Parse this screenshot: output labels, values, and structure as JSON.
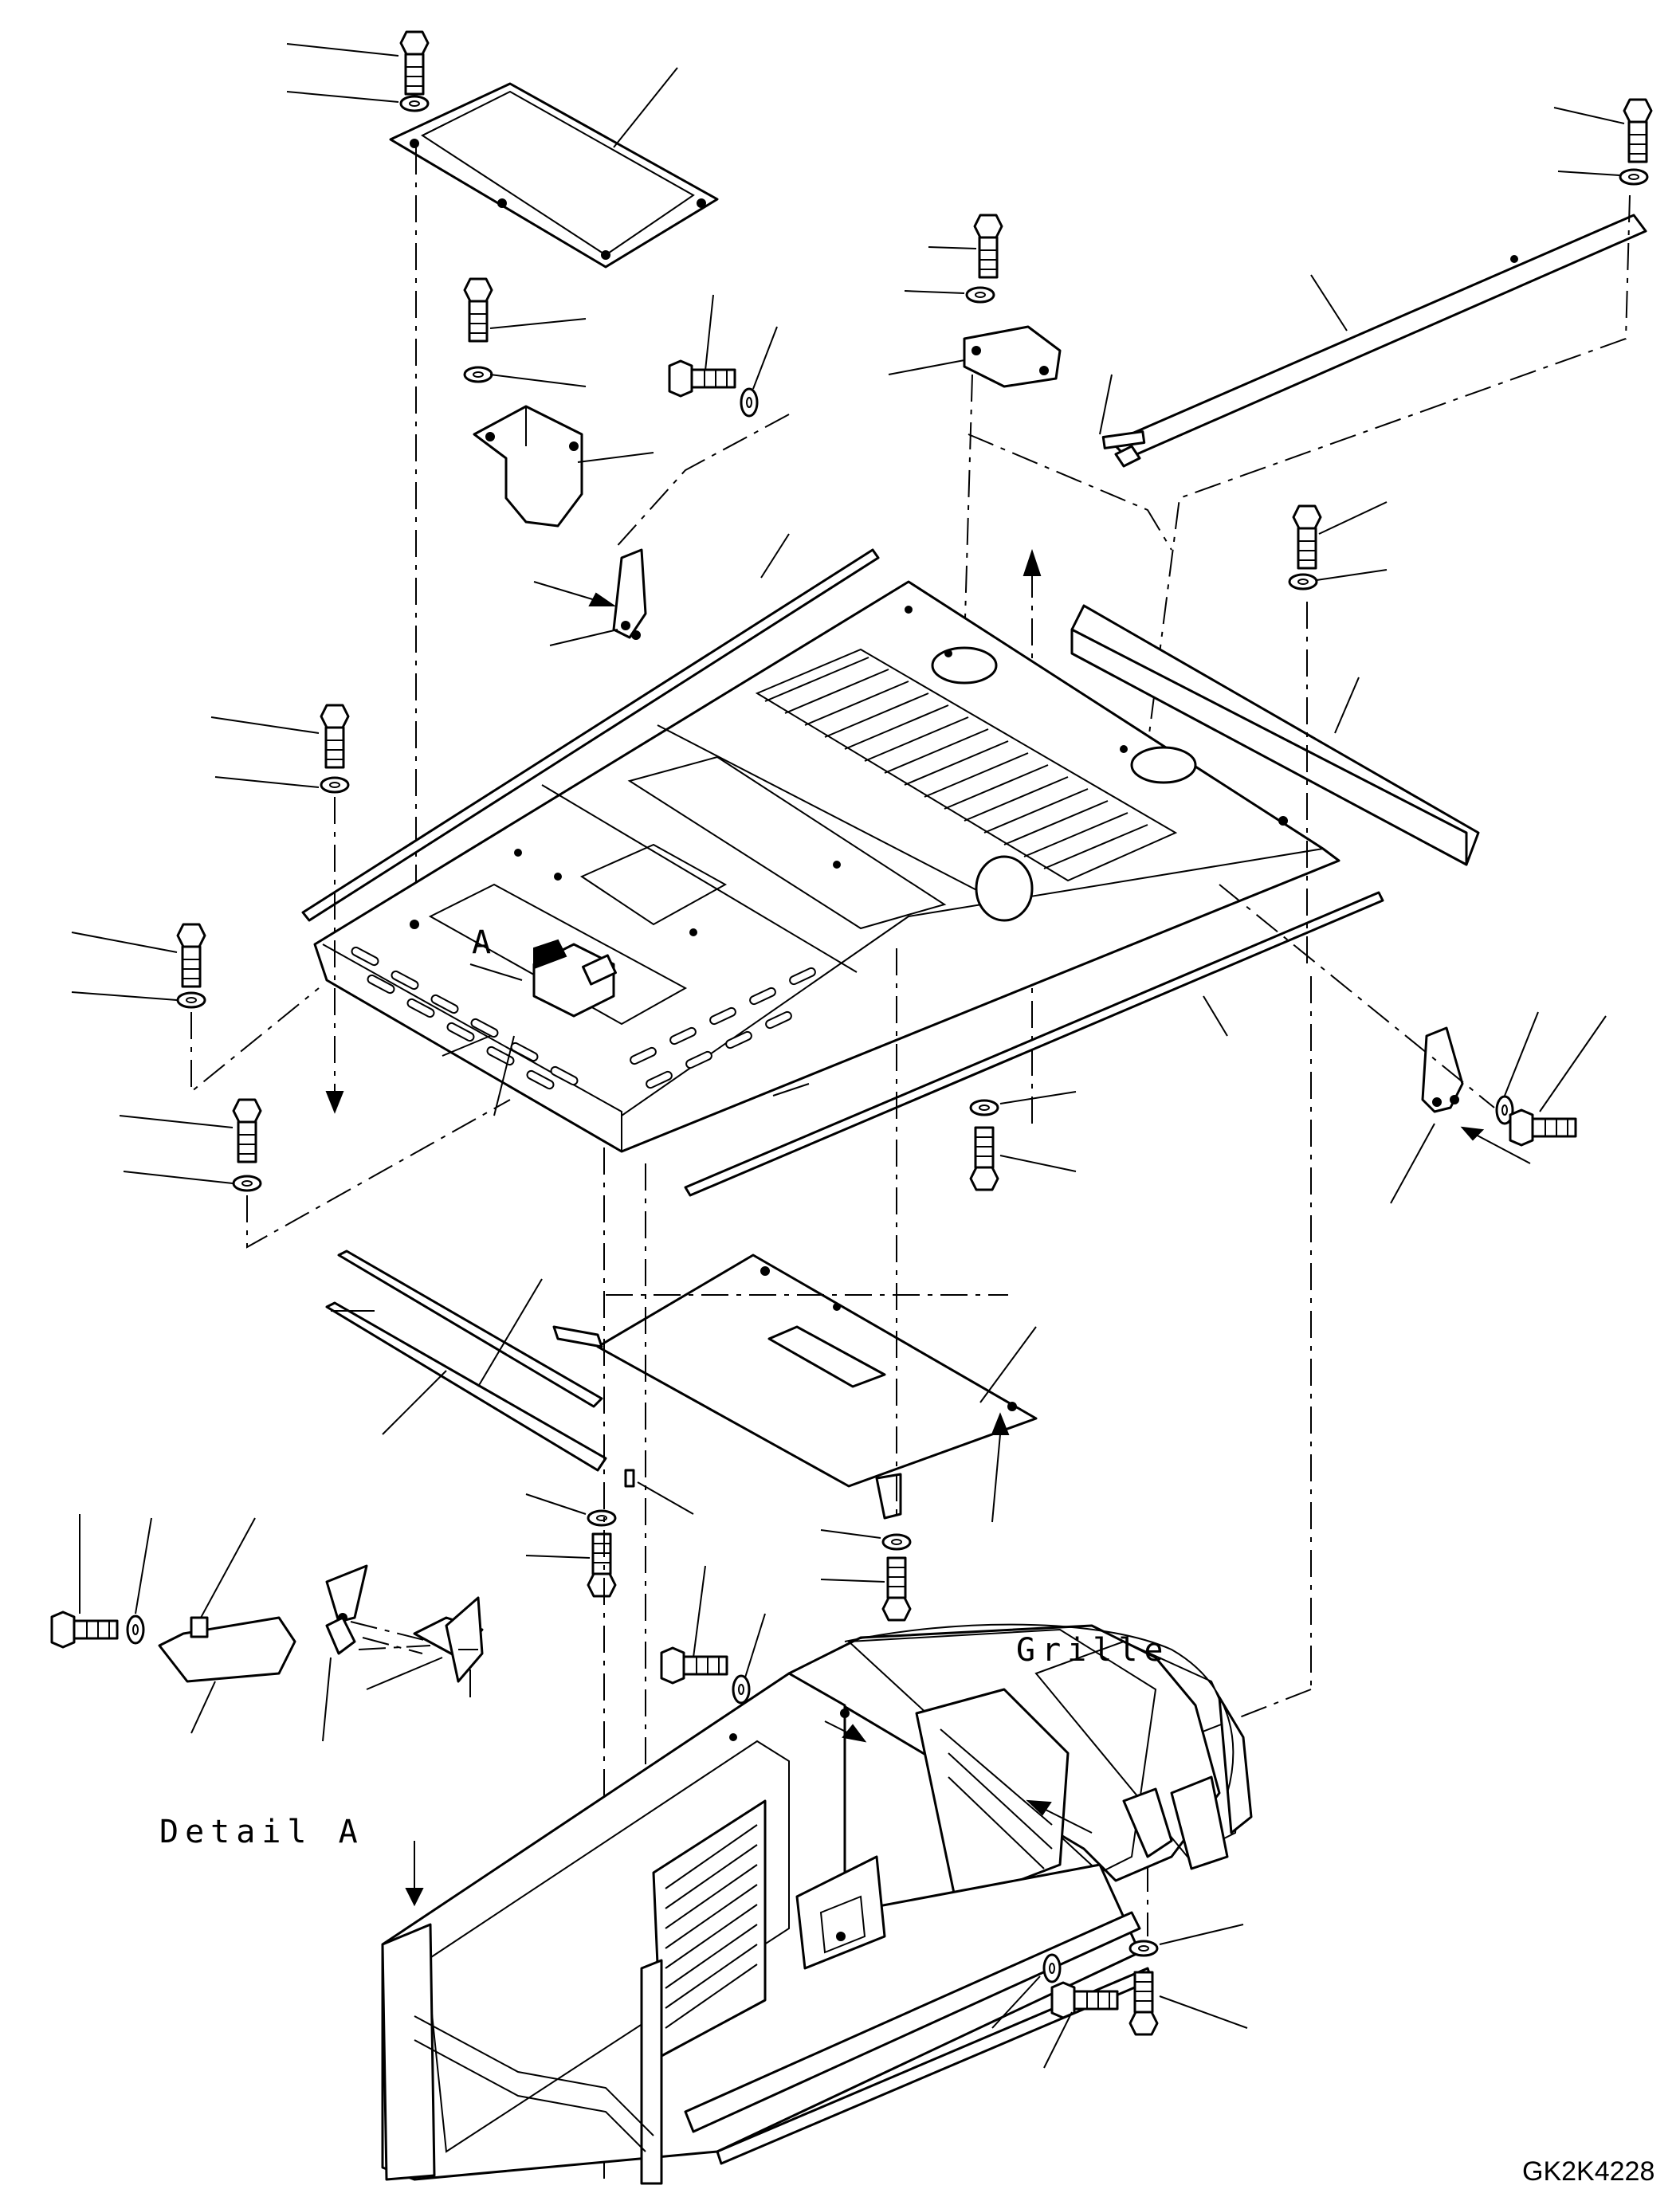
{
  "labels": {
    "grille": "Grille",
    "detail": "Detail A",
    "detail_marker": "A",
    "drawing_code": "GK2K4228"
  }
}
